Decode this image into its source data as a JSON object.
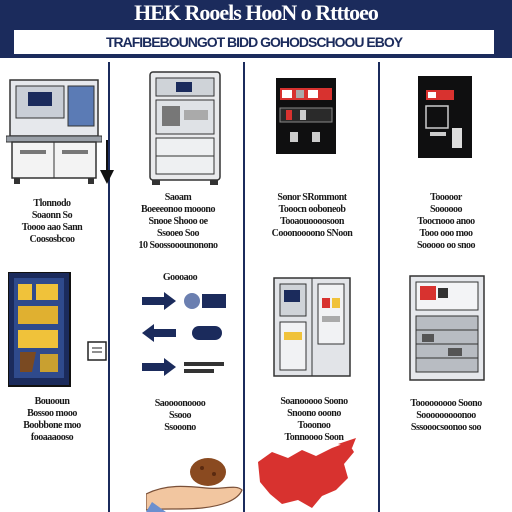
{
  "header": {
    "title": "HEK Rooels HooN o Rtttoeo",
    "subtitle": "TRAFIBEBOUNGOT BIDD GOHODSCHOOU EBOY"
  },
  "columns": [
    {
      "caption_top": [
        "Tlonnodo",
        "Soaonn So",
        "Toooo aao Sann",
        "Coososbcoo"
      ],
      "caption_bottom": [
        "Bouooun",
        "Bossoo mooo",
        "Boobbone moo",
        "fooaaaooso"
      ]
    },
    {
      "caption_top": [
        "Saoam",
        "Boeeeonoo mooono",
        "Snooe Shooo oe",
        "Ssooeo Soo",
        "10 Soossooounonono"
      ],
      "caption_mid": [
        "Goooaoo"
      ],
      "caption_bottom": [
        "Saoooonoooo",
        "Ssooo",
        "Ssooono"
      ]
    },
    {
      "caption_top": [
        "Sonor SRommont",
        "Tooocn ooboneob",
        "Tooaouoooosoon",
        "Cooonoooono SNoon"
      ],
      "caption_bottom": [
        "Soanooooo Soono",
        "Snoono ooono",
        "Tooonoo",
        "Tonnoooo Soon"
      ]
    },
    {
      "caption_top": [
        "Tooooor",
        "Soooooo",
        "Toocnooo anoo",
        "Tooo ooo moo",
        "Sooooo oo snoo"
      ],
      "caption_bottom": [
        "Tooooooooo Soono",
        "Sooooooooonoo",
        "Sssooocsoonoo soo"
      ]
    }
  ],
  "colors": {
    "navy": "#1b2b5c",
    "accent_red": "#d8322f",
    "steel": "#b8bcc2"
  },
  "icons": [
    "down-arrow-icon",
    "right-arrow-icon",
    "left-arrow-icon",
    "hand-icon",
    "map-icon"
  ]
}
